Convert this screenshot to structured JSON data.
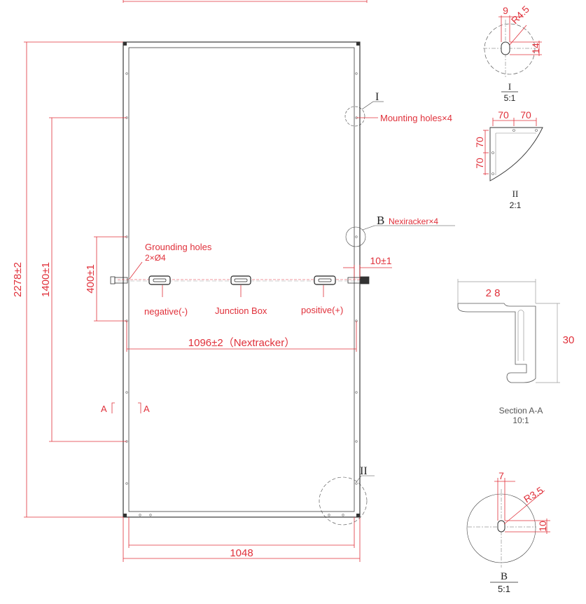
{
  "colors": {
    "dimension": "#e0303a",
    "outline": "#3a3a3a",
    "hole": "#9a9a9a"
  },
  "main_view": {
    "dims": {
      "overall_length": "2278±2",
      "mounting_pitch": "1400±1",
      "grounding_pitch": "400±1",
      "width": "1048",
      "nextracker_pitch": "1096±2（Nextracker）",
      "cable_offset": "10±1"
    },
    "labels": {
      "grounding_holes": "Grounding holes",
      "grounding_spec": "2×Ø4",
      "negative": "negative(-)",
      "junction_box": "Junction Box",
      "positive": "positive(+)",
      "mounting_holes": "Mounting holes×4",
      "nexiracker": "Nexiracker×4",
      "callout_I": "I",
      "callout_II": "II",
      "callout_B": "B",
      "section_left": "A",
      "section_right": "A"
    }
  },
  "detail_I": {
    "dim_w": "9",
    "dim_r": "R4.5",
    "dim_h": "14",
    "title": "I",
    "scale": "5:1"
  },
  "detail_II": {
    "dim_a": "70",
    "dim_b": "70",
    "dim_c": "70",
    "dim_d": "70",
    "title": "II",
    "scale": "2:1"
  },
  "section_AA": {
    "dim_w": "2 8",
    "dim_h": "30",
    "title": "Section A-A",
    "scale": "10:1"
  },
  "detail_B": {
    "dim_w": "7",
    "dim_r": "R3.5",
    "dim_h": "10",
    "title": "B",
    "scale": "5:1"
  }
}
